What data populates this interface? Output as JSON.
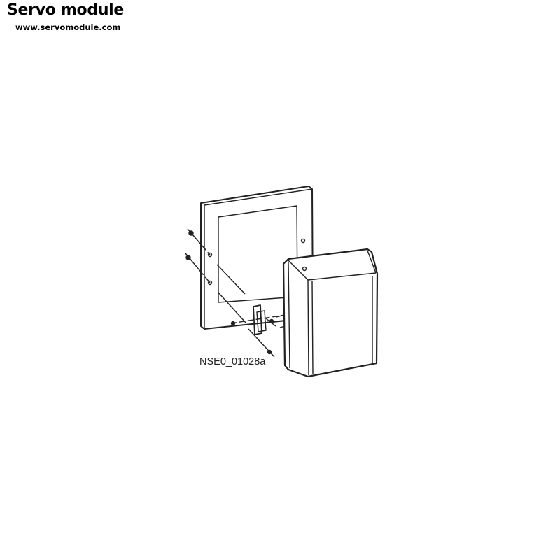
{
  "header": {
    "brand": "Servo module",
    "url": "www.servomodule.com"
  },
  "diagram": {
    "label": "NSE0_01028a",
    "line_color": "#222222"
  }
}
